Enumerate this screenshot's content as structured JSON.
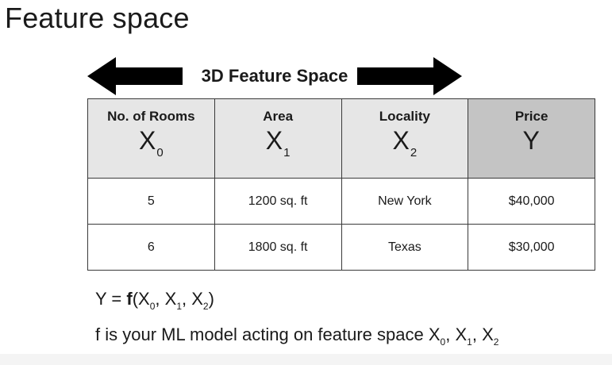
{
  "title": "Feature space",
  "banner": {
    "label": "3D Feature Space",
    "arrow_color": "#000000"
  },
  "table": {
    "columns": [
      {
        "name": "No. of Rooms",
        "symbol": "X",
        "subscript": "0",
        "is_target": false
      },
      {
        "name": "Area",
        "symbol": "X",
        "subscript": "1",
        "is_target": false
      },
      {
        "name": "Locality",
        "symbol": "X",
        "subscript": "2",
        "is_target": false
      },
      {
        "name": "Price",
        "symbol": "Y",
        "subscript": "",
        "is_target": true
      }
    ],
    "rows": [
      [
        "5",
        "1200 sq. ft",
        "New York",
        "$40,000"
      ],
      [
        "6",
        "1800 sq. ft",
        "Texas",
        "$30,000"
      ]
    ],
    "header_bg": "#e6e6e6",
    "target_header_bg": "#c4c4c4"
  },
  "formula": {
    "lhs": "Y = ",
    "fn": "f",
    "open": "(",
    "close": ")",
    "args": [
      {
        "sym": "X",
        "sub": "0"
      },
      {
        "sym": "X",
        "sub": "1"
      },
      {
        "sym": "X",
        "sub": "2"
      }
    ],
    "sep": ", "
  },
  "description": {
    "text": "f is your ML model acting on feature space ",
    "vars": [
      {
        "sym": "X",
        "sub": "0"
      },
      {
        "sym": "X",
        "sub": "1"
      },
      {
        "sym": "X",
        "sub": "2"
      }
    ],
    "sep": ", "
  }
}
